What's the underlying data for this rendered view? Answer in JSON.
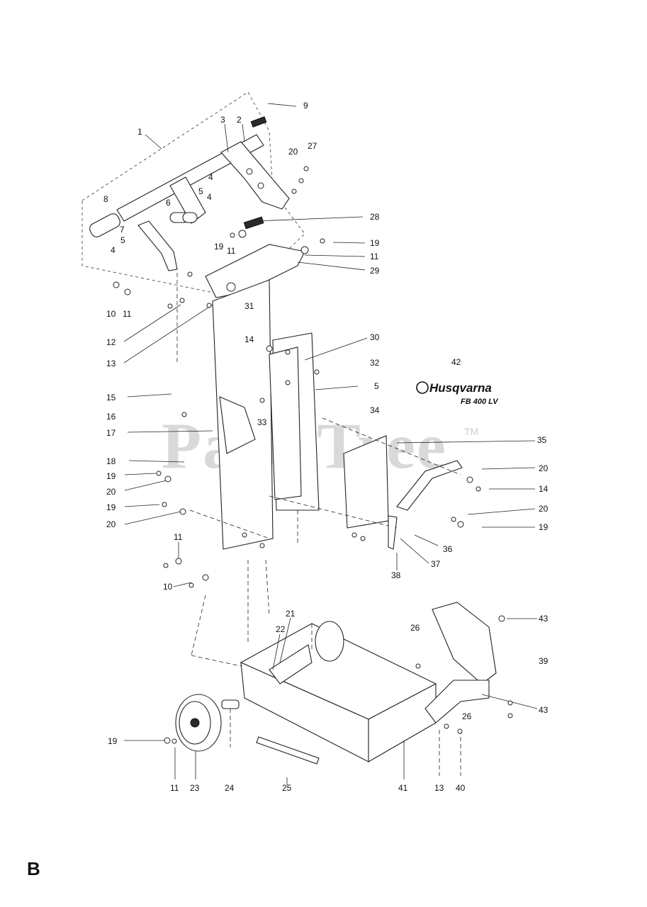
{
  "page_letter": "B",
  "watermark": {
    "text": "PartsTree",
    "tm": "TM"
  },
  "brand": {
    "name": "Husqvarna",
    "model": "FB 400 LV"
  },
  "callouts": {
    "c1": "1",
    "c2": "2",
    "c3": "3",
    "c4a": "4",
    "c4b": "4",
    "c4c": "4",
    "c5a": "5",
    "c5b": "5",
    "c5c": "5",
    "c6": "6",
    "c7": "7",
    "c8": "8",
    "c9": "9",
    "c10a": "10",
    "c10b": "10",
    "c11a": "11",
    "c11b": "11",
    "c11c": "11",
    "c11d": "11",
    "c11e": "11",
    "c12": "12",
    "c13a": "13",
    "c13b": "13",
    "c14a": "14",
    "c14b": "14",
    "c15": "15",
    "c16": "16",
    "c17": "17",
    "c18": "18",
    "c19a": "19",
    "c19b": "19",
    "c19c": "19",
    "c19d": "19",
    "c19e": "19",
    "c19f": "19",
    "c20a": "20",
    "c20b": "20",
    "c20c": "20",
    "c20d": "20",
    "c20e": "20",
    "c21": "21",
    "c22": "22",
    "c23": "23",
    "c24": "24",
    "c25": "25",
    "c26a": "26",
    "c26b": "26",
    "c27": "27",
    "c28": "28",
    "c29": "29",
    "c30": "30",
    "c31": "31",
    "c32": "32",
    "c33": "33",
    "c34": "34",
    "c35": "35",
    "c36": "36",
    "c37": "37",
    "c38": "38",
    "c39": "39",
    "c40": "40",
    "c41": "41",
    "c42": "42",
    "c43a": "43",
    "c43b": "43"
  }
}
